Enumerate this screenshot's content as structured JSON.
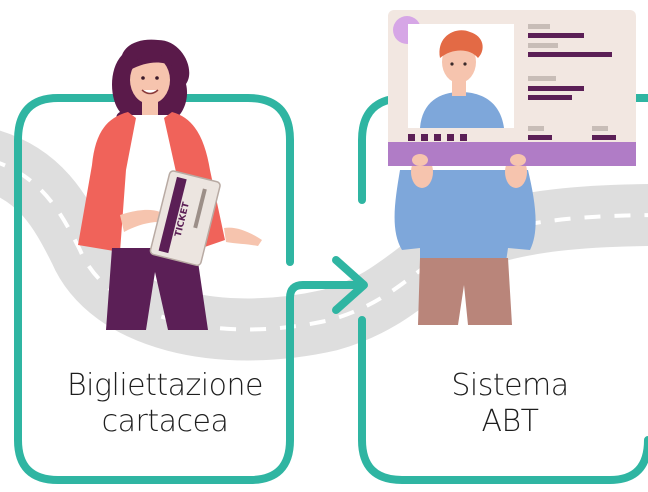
{
  "steps": [
    {
      "line1": "Bigliettazione",
      "line2": "cartacea"
    },
    {
      "line1": "Sistema",
      "line2": "ABT"
    }
  ],
  "ticket": {
    "text": "TICKET"
  },
  "colors": {
    "frame": "#2fb5a2",
    "road": "#dcdcdc",
    "card_bg": "#f2e7e1",
    "card_stripe": "#b07cc6",
    "jacket": "#f0635a",
    "pants": "#5b1f56",
    "shirt_blue": "#7ea7da",
    "pants_brown": "#b9857a",
    "hair_dark": "#5a1a4a",
    "hair_orange": "#e36a45"
  }
}
